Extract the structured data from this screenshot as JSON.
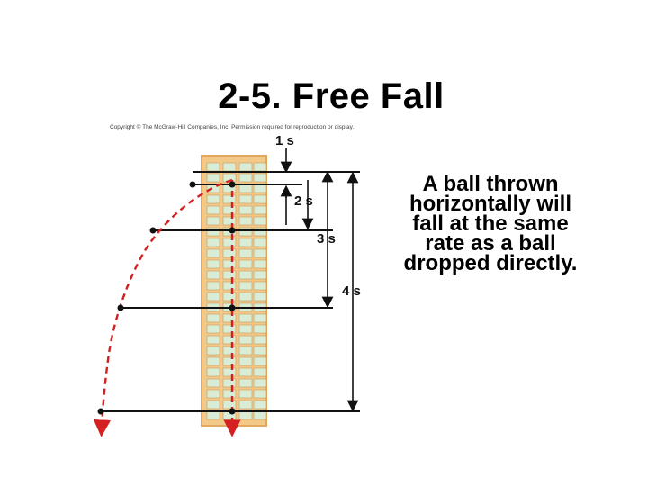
{
  "slide": {
    "title": "2-5. Free Fall",
    "body": "A ball thrown horizontally will fall at the same rate as a ball dropped directly."
  },
  "figure": {
    "copyright": "Copyright © The McGraw-Hill Companies, Inc. Permission required for reproduction or display.",
    "time_labels": [
      "1 s",
      "2 s",
      "3 s",
      "4 s"
    ]
  },
  "colors": {
    "trajectory": "#d42020",
    "grid_fill": "#f3c98a",
    "grid_cell": "#d8ecd6",
    "ball": "#111111"
  }
}
